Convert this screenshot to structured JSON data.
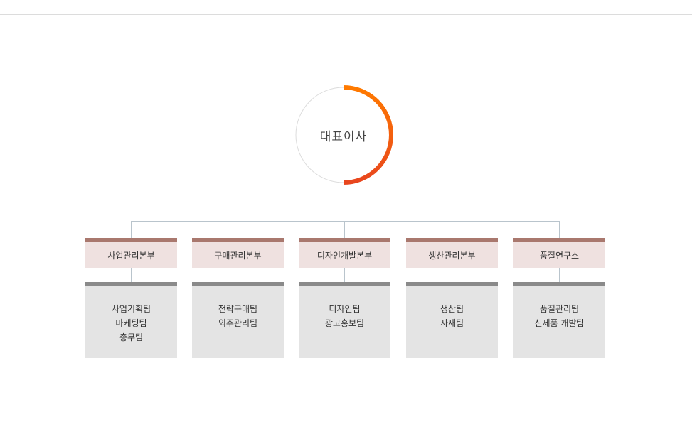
{
  "ceo": {
    "label": "대표이사",
    "arc_color_start": "#ff7a00",
    "arc_color_end": "#e8461e"
  },
  "divisions": [
    {
      "name": "사업관리본부",
      "teams": [
        "사업기획팀",
        "마케팅팀",
        "총무팀"
      ]
    },
    {
      "name": "구매관리본부",
      "teams": [
        "전략구매팀",
        "외주관리팀"
      ]
    },
    {
      "name": "디자인개발본부",
      "teams": [
        "디자인팀",
        "광고홍보팀"
      ]
    },
    {
      "name": "생산관리본부",
      "teams": [
        "생산팀",
        "자재팀"
      ]
    },
    {
      "name": "품질연구소",
      "teams": [
        "품질관리팀",
        "신제품 개발팀"
      ]
    }
  ]
}
